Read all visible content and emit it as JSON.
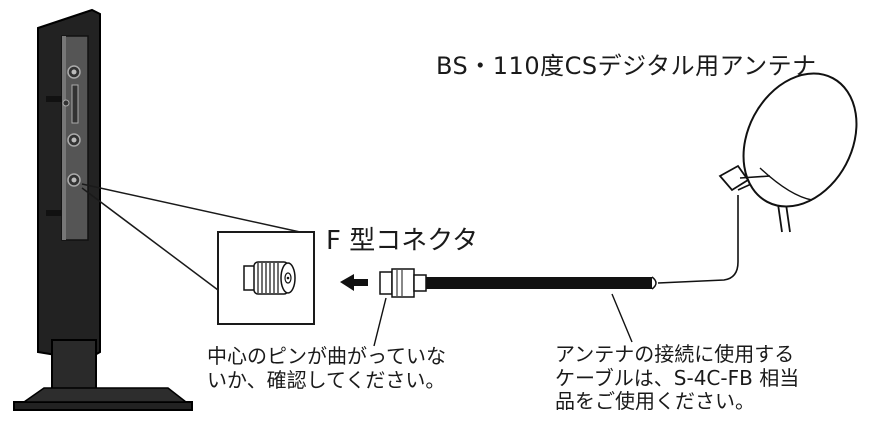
{
  "labels": {
    "antenna": "BS・110度CSデジタル用アンテナ",
    "connector": "F 型コネクタ",
    "pin_note": [
      "中心のピンが曲がっていな",
      "いか、確認してください。"
    ],
    "cable_note": [
      "アンテナの接続に使用する",
      "ケーブルは、S-4C-FB 相当",
      "品をご使用ください。"
    ]
  },
  "colors": {
    "tv_body": "#222222",
    "tv_panel": "#5a5a5a",
    "cable": "#111111",
    "dish": "#ffffff",
    "line": "#1a1a1a"
  }
}
